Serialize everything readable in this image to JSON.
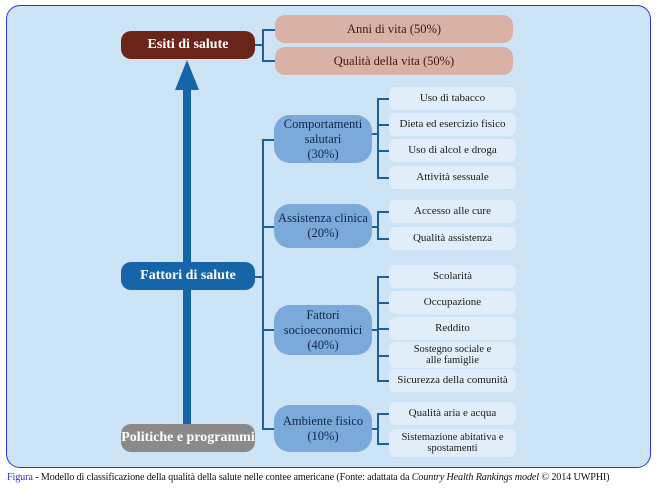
{
  "outcomes": {
    "title": "Esiti di salute",
    "items": [
      "Anni di vita (50%)",
      "Qualità della vita (50%)"
    ]
  },
  "factors": {
    "title": "Fattori di salute",
    "categories": [
      {
        "label": "Comportamenti salutari",
        "pct": "(30%)",
        "items": [
          "Uso di tabacco",
          "Dieta ed esercizio fisico",
          "Uso di alcol e droga",
          "Attività sessuale"
        ]
      },
      {
        "label": "Assistenza clinica",
        "pct": "(20%)",
        "items": [
          "Accesso alle cure",
          "Qualità assistenza"
        ]
      },
      {
        "label": "Fattori socioeconomici",
        "pct": "(40%)",
        "items": [
          "Scolarità",
          "Occupazione",
          "Reddito",
          "Sostegno sociale e alle famiglie",
          "Sicurezza della comunità"
        ]
      },
      {
        "label": "Ambiente fisico",
        "pct": "(10%)",
        "items": [
          "Qualità aria e acqua",
          "Sistemazione abitativa e spostamenti"
        ]
      }
    ]
  },
  "policies": {
    "title": "Politiche e programmi"
  },
  "caption": {
    "label": "Figura",
    "text": " - Modello di classificazione della qualità della salute nelle contee americane (Fonte: adattata da ",
    "italic": "Country Health Rankings model",
    "end": " © 2014 UWPHI)"
  },
  "colors": {
    "outcome": "#6b2418",
    "factor": "#1565a8",
    "policy": "#8a8a8a",
    "category": "#7aa9da",
    "subitem": "#e1eefa",
    "outcome_item": "#d9b2a5"
  }
}
